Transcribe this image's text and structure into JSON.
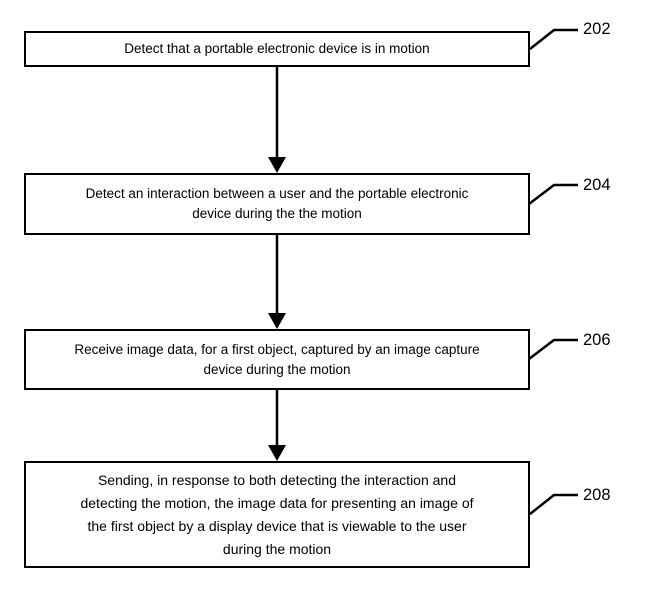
{
  "diagram": {
    "type": "flowchart",
    "colors": {
      "line": "#000000",
      "text": "#000000",
      "background": "#ffffff"
    },
    "steps": [
      {
        "ref": "202",
        "text": "Detect that a portable electronic device is in motion"
      },
      {
        "ref": "204",
        "text": "Detect an interaction between a user and the portable electronic\ndevice during the the motion"
      },
      {
        "ref": "206",
        "text": "Receive image data, for a first object, captured by an image capture\ndevice during the motion"
      },
      {
        "ref": "208",
        "text": "Sending, in response to both detecting the interaction and\ndetecting the motion, the image data for presenting an image of\nthe first object by a display device that is viewable to the user\nduring the motion"
      }
    ]
  }
}
